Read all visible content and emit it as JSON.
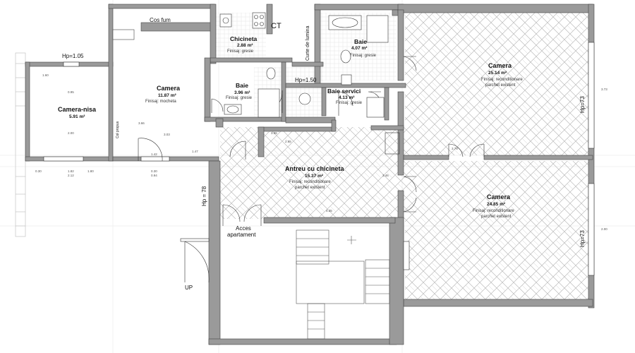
{
  "rooms": {
    "camera_nisa": {
      "name": "Camera-nisa",
      "area": "5.91 m²"
    },
    "camera_left": {
      "name": "Camera",
      "area": "11.87 m²",
      "finish": "Finisaj: mocheta"
    },
    "chicineta": {
      "name": "Chicineta",
      "area": "2.88 m²",
      "finish": "Finisaj: gresie"
    },
    "baie_1": {
      "name": "Baie",
      "area": "3.96 m²",
      "finish": "Finisaj: gresie"
    },
    "baie_2": {
      "name": "Baie",
      "area": "4.07 m²",
      "finish": "Finisaj: gresie"
    },
    "baie_servici": {
      "name": "Baie servici",
      "area": "4.13 m²",
      "finish": "Finisaj: gresie"
    },
    "camera_top_right": {
      "name": "Camera",
      "area": "25.14 m²",
      "finish_1": "Finisaj: reconditionare",
      "finish_2": "parchet existent"
    },
    "camera_bottom_right": {
      "name": "Camera",
      "area": "24.85 m²",
      "finish_1": "Finisaj: reconditionare",
      "finish_2": "parchet existent"
    },
    "antreu": {
      "name": "Antreu cu chicineta",
      "area": "15.37 m²",
      "finish_1": "Finisaj: reconditionare",
      "finish_2": "parchet existent"
    }
  },
  "labels": {
    "cos_fum": "Cos fum",
    "ct": "CT",
    "curte": "Curte de lumina",
    "hp_105": "Hp=1.05",
    "hp_150": "Hp=1.50",
    "hp_78": "Hp = 78",
    "hp_73_top": "Hp=73",
    "hp_73_bottom": "Hp=73",
    "acces_1": "Acces",
    "acces_2": "apartament",
    "up": "UP",
    "col_propus": "Col propus"
  },
  "dims": [
    "1.60",
    "0.95",
    "2.00",
    "3.66",
    "3.03",
    "1.42",
    "1.47",
    "3.96",
    "2.95",
    "4.35",
    "3.46",
    "3.79",
    "3.73",
    "2.00",
    "1.82",
    "2.12",
    "0.30",
    "0.94",
    "1.80",
    "0.30"
  ]
}
